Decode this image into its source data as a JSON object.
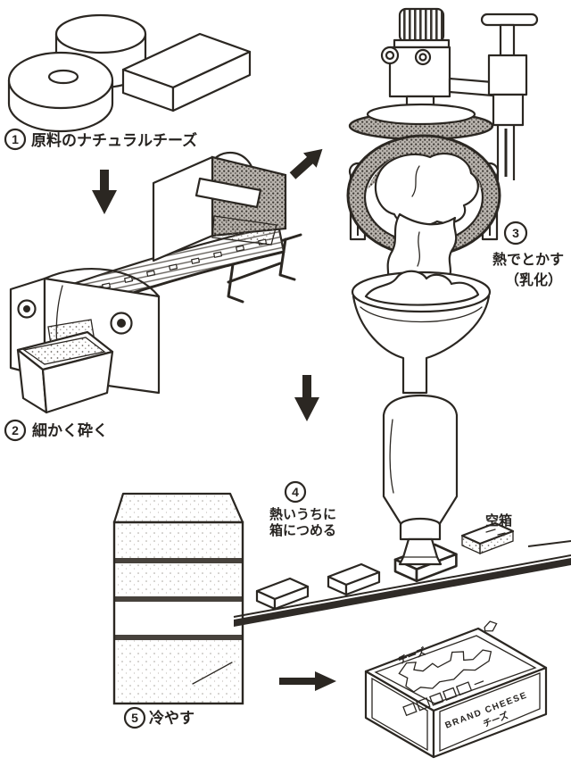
{
  "steps": [
    {
      "num": "1",
      "text": "原料のナチュラルチーズ"
    },
    {
      "num": "2",
      "text": "細かく砕く"
    },
    {
      "num": "3",
      "line1": "熱でとかす",
      "line2": "（乳化）"
    },
    {
      "num": "4",
      "line1": "熱いうちに",
      "line2": "箱につめる"
    },
    {
      "num": "5",
      "text": "冷やす"
    }
  ],
  "labels": {
    "empty_box": "空箱"
  },
  "product_box": {
    "top_text": "チーズ",
    "brand_line1": "BRAND CHEESE",
    "brand_line2": "チーズ"
  },
  "colors": {
    "ink": "#2b2722",
    "paper": "#ffffff"
  }
}
